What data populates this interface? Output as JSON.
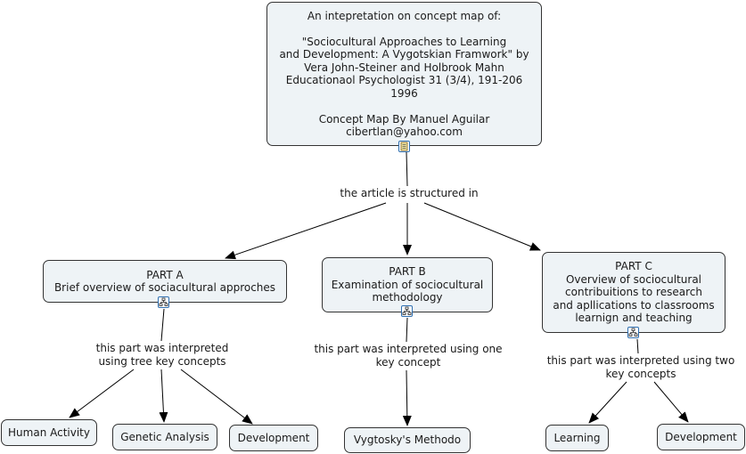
{
  "colors": {
    "node_fill": "#eef3f6",
    "node_border": "#333333",
    "link": "#000000",
    "icon": "#2f6fb0"
  },
  "icons": {
    "root": "document-resource-icon",
    "parts": "concept-map-resource-icon"
  },
  "root": {
    "lines": [
      "An intepretation on concept map of:",
      "",
      "\"Sociocultural Approaches to Learning",
      "and Development: A Vygotskian Framwork\" by",
      "Vera John-Steiner and Holbrook Mahn",
      "Educationaol Psychologist 31 (3/4), 191-206",
      "1996",
      "",
      "Concept Map By Manuel Aguilar",
      "cibertlan@yahoo.com"
    ]
  },
  "root_link": "the article is structured in",
  "parts": {
    "a": {
      "lines": [
        "PART A",
        "Brief overview of sociacultural approches"
      ],
      "link_lines": [
        "this part was interpreted",
        "using tree key concepts"
      ],
      "children": [
        "Human Activity",
        "Genetic Analysis",
        "Development"
      ]
    },
    "b": {
      "lines": [
        "PART B",
        "Examination of sociocultural",
        "methodology"
      ],
      "link_lines": [
        "this part was interpreted using one",
        "key concept"
      ],
      "children": [
        "Vygtosky's Methodo"
      ]
    },
    "c": {
      "lines": [
        "PART C",
        "Overview of sociocultural",
        "contribuitions to research",
        "and apllications to classrooms",
        "learnign and teaching"
      ],
      "link_lines": [
        "this part was interpreted using two",
        "key concepts"
      ],
      "children": [
        "Learning",
        "Development"
      ]
    }
  }
}
